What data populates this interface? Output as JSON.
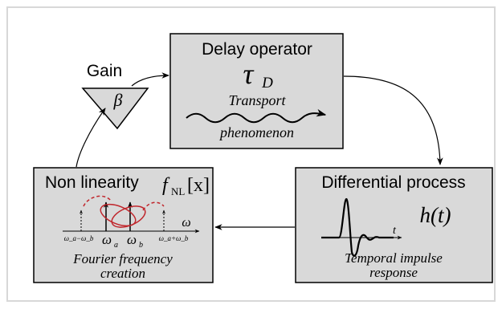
{
  "gain": {
    "label": "Gain",
    "symbol": "β"
  },
  "delay": {
    "title": "Delay operator",
    "symbol": "τ",
    "symbol_sub": "D",
    "caption_line1": "Transport",
    "caption_line2": "phenomenon"
  },
  "differential": {
    "title": "Differential process",
    "function": "h(t)",
    "axis_label": "t",
    "caption_line1": "Temporal impulse",
    "caption_line2": "response"
  },
  "nonlinearity": {
    "title": "Non linearity",
    "f": "f",
    "f_sub": "NL",
    "arg": "[x]",
    "axis_label": "ω",
    "omega_a": "ω",
    "omega_a_sub": "a",
    "omega_b": "ω",
    "omega_b_sub": "b",
    "diff_label": "ω_a−ω_b",
    "sum_label": "ω_a+ω_b",
    "caption_line1": "Fourier frequency",
    "caption_line2": "creation"
  },
  "colors": {
    "box_fill": "#d9d9d9",
    "stroke": "#000000",
    "accent_red": "#c0262c"
  }
}
